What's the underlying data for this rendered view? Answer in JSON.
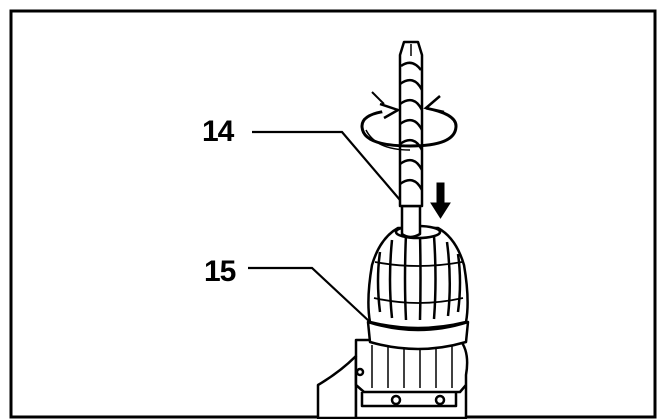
{
  "callouts": [
    {
      "number": "14",
      "part": "drill-bit"
    },
    {
      "number": "15",
      "part": "keyless-chuck"
    }
  ],
  "icons": {
    "rotation": "rotation-arrows-icon",
    "insert": "down-arrow-icon"
  },
  "colors": {
    "ink": "#000000",
    "paper": "#ffffff"
  }
}
